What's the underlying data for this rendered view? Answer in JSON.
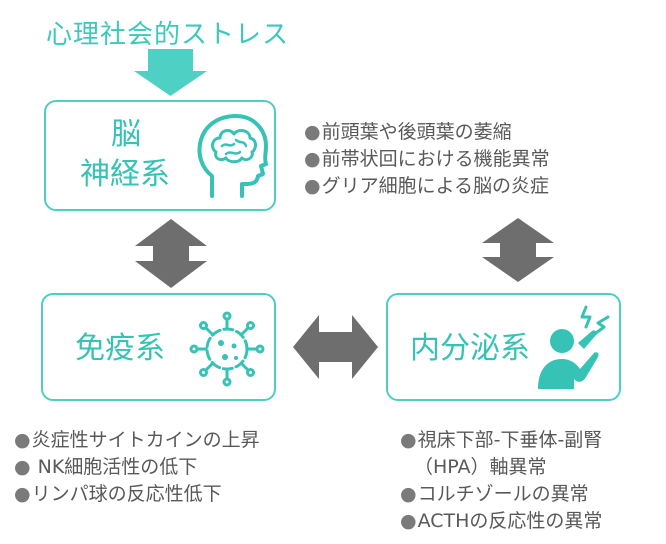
{
  "title": "心理社会的ストレス",
  "boxes": {
    "neuro": {
      "line1": "脳",
      "line2": "神経系"
    },
    "immune": {
      "label": "免疫系"
    },
    "endocrine": {
      "label": "内分泌系"
    }
  },
  "notes": {
    "neuro": [
      "前頭葉や後頭葉の萎縮",
      "前帯状回における機能異常",
      "グリア細胞による脳の炎症"
    ],
    "immune": [
      "炎症性サイトカインの上昇",
      " NK細胞活性の低下",
      "リンパ球の反応性低下"
    ],
    "endocrine": {
      "item1_line1": "視床下部-下垂体-副腎",
      "item1_line2": "（HPA）軸異常",
      "item2": "コルチゾールの異常",
      "item3": "ACTHの反応性の異常"
    }
  },
  "icons": [
    "brain-head-icon",
    "virus-icon",
    "stressed-person-icon",
    "arrow-down-icon",
    "double-arrow-icon"
  ],
  "colors": {
    "accent": "#3cc9bb",
    "arrow": "#6e6e6e",
    "text": "#595959"
  }
}
